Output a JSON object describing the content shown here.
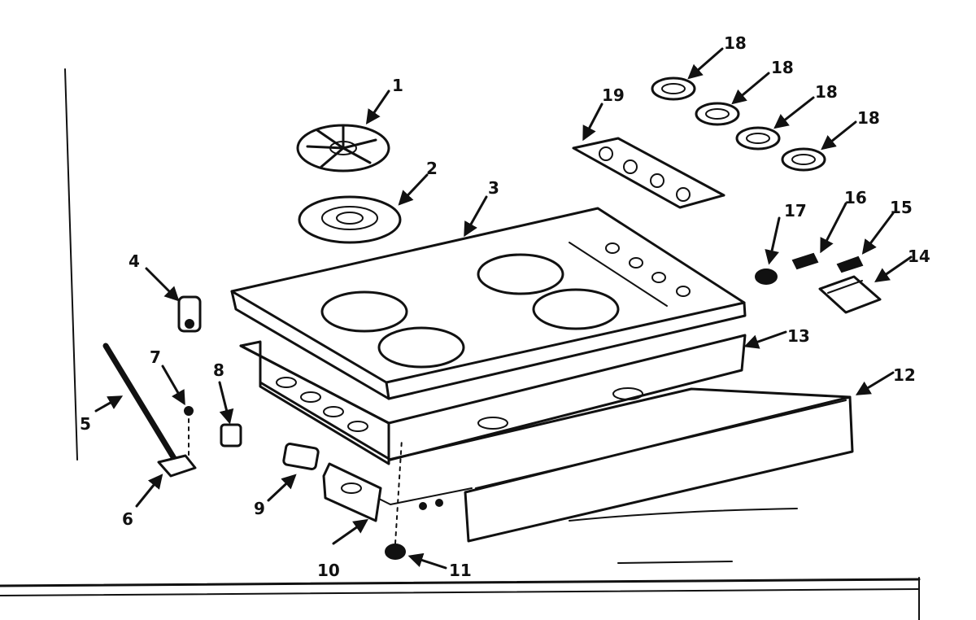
{
  "diagram": {
    "callouts": [
      {
        "id": "1",
        "text": "1"
      },
      {
        "id": "2",
        "text": "2"
      },
      {
        "id": "3",
        "text": "3"
      },
      {
        "id": "4",
        "text": "4"
      },
      {
        "id": "5",
        "text": "5"
      },
      {
        "id": "6",
        "text": "6"
      },
      {
        "id": "7",
        "text": "7"
      },
      {
        "id": "8",
        "text": "8"
      },
      {
        "id": "9",
        "text": "9"
      },
      {
        "id": "10",
        "text": "10"
      },
      {
        "id": "11",
        "text": "11"
      },
      {
        "id": "12",
        "text": "12"
      },
      {
        "id": "13",
        "text": "13"
      },
      {
        "id": "14",
        "text": "14"
      },
      {
        "id": "15",
        "text": "15"
      },
      {
        "id": "16",
        "text": "16"
      },
      {
        "id": "17",
        "text": "17"
      },
      {
        "id": "18a",
        "text": "18"
      },
      {
        "id": "18b",
        "text": "18"
      },
      {
        "id": "18c",
        "text": "18"
      },
      {
        "id": "18d",
        "text": "18"
      },
      {
        "id": "19",
        "text": "19"
      }
    ]
  }
}
